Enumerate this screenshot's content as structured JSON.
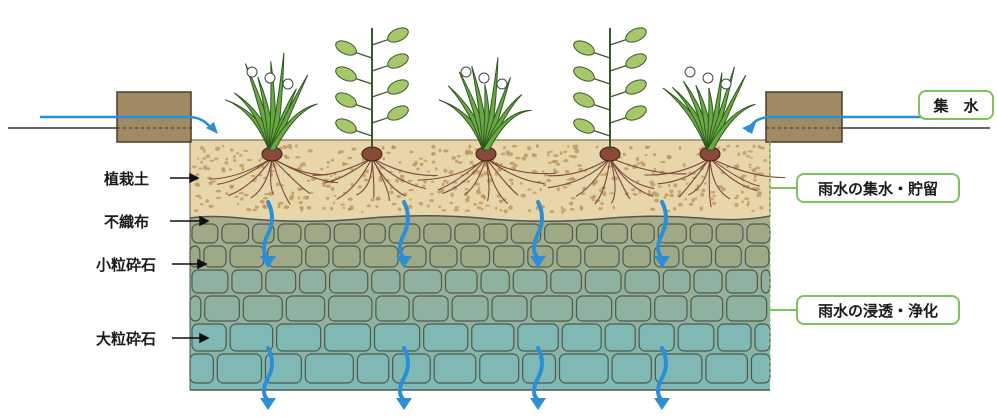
{
  "labels": {
    "planting_soil": "植栽土",
    "nonwoven_fabric": "不織布",
    "small_crushed_stone": "小粒砕石",
    "large_crushed_stone": "大粒砕石"
  },
  "callouts": {
    "water_collection": "集　水",
    "collect_store": "雨水の集水・貯留",
    "infiltrate_purify": "雨水の浸透・浄化"
  },
  "colors": {
    "soil": "#e7d6a9",
    "stone_small": "#9ea985",
    "stone_large": "#8fb2a0",
    "stone_bottom": "#7fb8b5",
    "water_arrow": "#2b8fd6",
    "callout_border": "#7cc35a",
    "leaf": "#6aa843",
    "pot": "#8a4a3a"
  }
}
